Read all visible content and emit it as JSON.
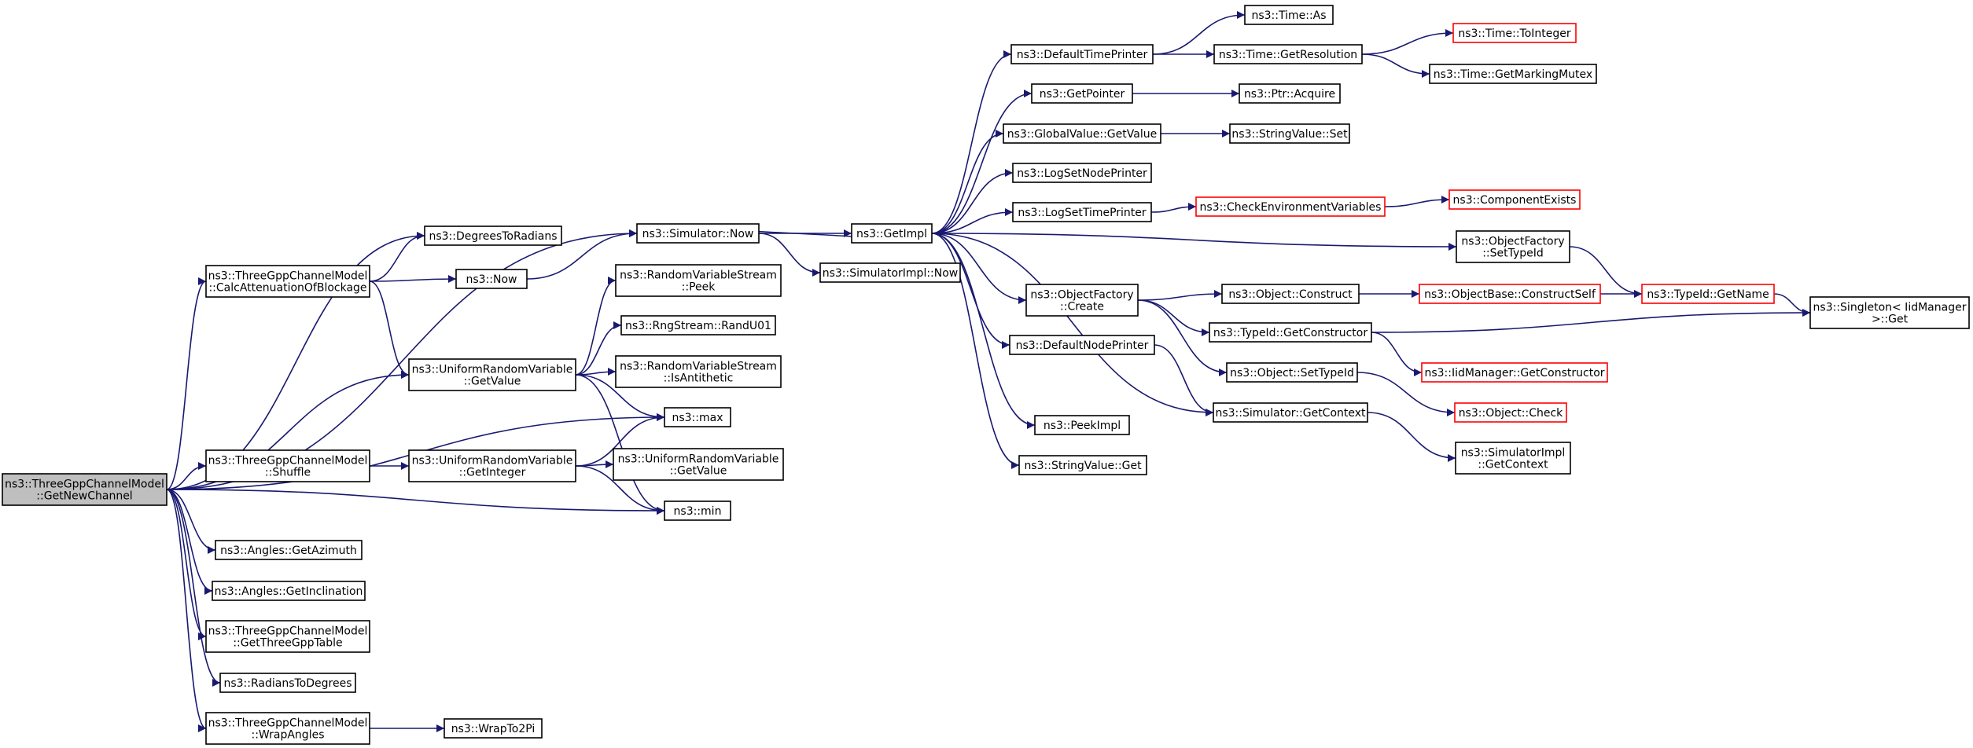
{
  "colors": {
    "edge": "#191970",
    "node_border": "#000000",
    "node_border_truncated": "#ff0000",
    "node_fill": "#ffffff",
    "root_fill": "#bfbfbf"
  },
  "nodes": [
    {
      "id": "getnewchannel",
      "lines": [
        "ns3::ThreeGppChannelModel",
        "::GetNewChannel"
      ],
      "root": true
    },
    {
      "id": "degreestoradians",
      "lines": [
        "ns3::DegreesToRadians"
      ]
    },
    {
      "id": "calcattenuation",
      "lines": [
        "ns3::ThreeGppChannelModel",
        "::CalcAttenuationOfBlockage"
      ]
    },
    {
      "id": "now",
      "lines": [
        "ns3::Now"
      ]
    },
    {
      "id": "urv_getvalue",
      "lines": [
        "ns3::UniformRandomVariable",
        "::GetValue"
      ]
    },
    {
      "id": "shuffle",
      "lines": [
        "ns3::ThreeGppChannelModel",
        "::Shuffle"
      ]
    },
    {
      "id": "urv_getinteger",
      "lines": [
        "ns3::UniformRandomVariable",
        "::GetInteger"
      ]
    },
    {
      "id": "getazimuth",
      "lines": [
        "ns3::Angles::GetAzimuth"
      ]
    },
    {
      "id": "getinclination",
      "lines": [
        "ns3::Angles::GetInclination"
      ]
    },
    {
      "id": "getthreegpptable",
      "lines": [
        "ns3::ThreeGppChannelModel",
        "::GetThreeGppTable"
      ]
    },
    {
      "id": "radianstodegrees",
      "lines": [
        "ns3::RadiansToDegrees"
      ]
    },
    {
      "id": "wrapangles",
      "lines": [
        "ns3::ThreeGppChannelModel",
        "::WrapAngles"
      ]
    },
    {
      "id": "wrapto2pi",
      "lines": [
        "ns3::WrapTo2Pi"
      ]
    },
    {
      "id": "simulator_now",
      "lines": [
        "ns3::Simulator::Now"
      ]
    },
    {
      "id": "rvs_peek",
      "lines": [
        "ns3::RandomVariableStream",
        "::Peek"
      ]
    },
    {
      "id": "randu01",
      "lines": [
        "ns3::RngStream::RandU01"
      ]
    },
    {
      "id": "isantithetic",
      "lines": [
        "ns3::RandomVariableStream",
        "::IsAntithetic"
      ]
    },
    {
      "id": "max",
      "lines": [
        "ns3::max"
      ]
    },
    {
      "id": "urv_getvalue2",
      "lines": [
        "ns3::UniformRandomVariable",
        "::GetValue"
      ]
    },
    {
      "id": "min",
      "lines": [
        "ns3::min"
      ]
    },
    {
      "id": "getimpl",
      "lines": [
        "ns3::GetImpl"
      ]
    },
    {
      "id": "simimpl_now",
      "lines": [
        "ns3::SimulatorImpl::Now"
      ]
    },
    {
      "id": "defaulttimeprinter",
      "lines": [
        "ns3::DefaultTimePrinter"
      ]
    },
    {
      "id": "getpointer",
      "lines": [
        "ns3::GetPointer"
      ]
    },
    {
      "id": "gv_getvalue",
      "lines": [
        "ns3::GlobalValue::GetValue"
      ]
    },
    {
      "id": "logsetnodeprinter",
      "lines": [
        "ns3::LogSetNodePrinter"
      ]
    },
    {
      "id": "logsettimeprinter",
      "lines": [
        "ns3::LogSetTimePrinter"
      ]
    },
    {
      "id": "of_create",
      "lines": [
        "ns3::ObjectFactory",
        "::Create"
      ]
    },
    {
      "id": "defaultnodeprinter",
      "lines": [
        "ns3::DefaultNodePrinter"
      ]
    },
    {
      "id": "peekimpl",
      "lines": [
        "ns3::PeekImpl"
      ]
    },
    {
      "id": "stringvalue_get",
      "lines": [
        "ns3::StringValue::Get"
      ]
    },
    {
      "id": "time_as",
      "lines": [
        "ns3::Time::As"
      ]
    },
    {
      "id": "time_getresolution",
      "lines": [
        "ns3::Time::GetResolution"
      ]
    },
    {
      "id": "time_tointeger",
      "lines": [
        "ns3::Time::ToInteger"
      ],
      "truncated": true
    },
    {
      "id": "time_getmarkingmutex",
      "lines": [
        "ns3::Time::GetMarkingMutex"
      ]
    },
    {
      "id": "ptr_acquire",
      "lines": [
        "ns3::Ptr::Acquire"
      ]
    },
    {
      "id": "stringvalue_set",
      "lines": [
        "ns3::StringValue::Set"
      ]
    },
    {
      "id": "checkenv",
      "lines": [
        "ns3::CheckEnvironmentVariables"
      ],
      "truncated": true
    },
    {
      "id": "componentexists",
      "lines": [
        "ns3::ComponentExists"
      ],
      "truncated": true
    },
    {
      "id": "of_settypeid",
      "lines": [
        "ns3::ObjectFactory",
        "::SetTypeId"
      ]
    },
    {
      "id": "object_construct",
      "lines": [
        "ns3::Object::Construct"
      ]
    },
    {
      "id": "objectbase_constructself",
      "lines": [
        "ns3::ObjectBase::ConstructSelf"
      ],
      "truncated": true
    },
    {
      "id": "typeid_getname",
      "lines": [
        "ns3::TypeId::GetName"
      ],
      "truncated": true
    },
    {
      "id": "singleton_get",
      "lines": [
        "ns3::Singleton< IidManager",
        " >::Get"
      ]
    },
    {
      "id": "typeid_getconstructor",
      "lines": [
        "ns3::TypeId::GetConstructor"
      ]
    },
    {
      "id": "iidmanager_getconstructor",
      "lines": [
        "ns3::IidManager::GetConstructor"
      ],
      "truncated": true
    },
    {
      "id": "object_settypeid",
      "lines": [
        "ns3::Object::SetTypeId"
      ]
    },
    {
      "id": "object_check",
      "lines": [
        "ns3::Object::Check"
      ],
      "truncated": true
    },
    {
      "id": "simulator_getcontext",
      "lines": [
        "ns3::Simulator::GetContext"
      ]
    },
    {
      "id": "simimpl_getcontext",
      "lines": [
        "ns3::SimulatorImpl",
        "::GetContext"
      ]
    }
  ],
  "edges": [
    [
      "getnewchannel",
      "degreestoradians"
    ],
    [
      "getnewchannel",
      "calcattenuation"
    ],
    [
      "getnewchannel",
      "simulator_now"
    ],
    [
      "getnewchannel",
      "urv_getvalue"
    ],
    [
      "getnewchannel",
      "max"
    ],
    [
      "getnewchannel",
      "shuffle"
    ],
    [
      "getnewchannel",
      "min"
    ],
    [
      "getnewchannel",
      "getazimuth"
    ],
    [
      "getnewchannel",
      "getinclination"
    ],
    [
      "getnewchannel",
      "getthreegpptable"
    ],
    [
      "getnewchannel",
      "radianstodegrees"
    ],
    [
      "getnewchannel",
      "wrapangles"
    ],
    [
      "calcattenuation",
      "degreestoradians"
    ],
    [
      "calcattenuation",
      "now"
    ],
    [
      "calcattenuation",
      "urv_getvalue"
    ],
    [
      "now",
      "simulator_now"
    ],
    [
      "urv_getvalue",
      "rvs_peek"
    ],
    [
      "urv_getvalue",
      "randu01"
    ],
    [
      "urv_getvalue",
      "isantithetic"
    ],
    [
      "urv_getvalue",
      "max"
    ],
    [
      "urv_getvalue",
      "min"
    ],
    [
      "shuffle",
      "urv_getinteger"
    ],
    [
      "urv_getinteger",
      "max"
    ],
    [
      "urv_getinteger",
      "urv_getvalue2"
    ],
    [
      "urv_getinteger",
      "min"
    ],
    [
      "wrapangles",
      "wrapto2pi"
    ],
    [
      "simulator_now",
      "getimpl"
    ],
    [
      "simulator_now",
      "simimpl_now"
    ],
    [
      "getimpl",
      "defaulttimeprinter"
    ],
    [
      "getimpl",
      "simulator_now"
    ],
    [
      "getimpl",
      "getpointer"
    ],
    [
      "getimpl",
      "gv_getvalue"
    ],
    [
      "getimpl",
      "logsetnodeprinter"
    ],
    [
      "getimpl",
      "logsettimeprinter"
    ],
    [
      "getimpl",
      "of_settypeid"
    ],
    [
      "getimpl",
      "of_create"
    ],
    [
      "getimpl",
      "defaultnodeprinter"
    ],
    [
      "getimpl",
      "simulator_getcontext"
    ],
    [
      "getimpl",
      "peekimpl"
    ],
    [
      "getimpl",
      "stringvalue_get"
    ],
    [
      "defaulttimeprinter",
      "time_as"
    ],
    [
      "defaulttimeprinter",
      "time_getresolution"
    ],
    [
      "time_getresolution",
      "time_tointeger"
    ],
    [
      "time_getresolution",
      "time_getmarkingmutex"
    ],
    [
      "getpointer",
      "ptr_acquire"
    ],
    [
      "gv_getvalue",
      "stringvalue_set"
    ],
    [
      "logsettimeprinter",
      "checkenv"
    ],
    [
      "checkenv",
      "componentexists"
    ],
    [
      "of_settypeid",
      "typeid_getname"
    ],
    [
      "of_create",
      "object_construct"
    ],
    [
      "of_create",
      "typeid_getconstructor"
    ],
    [
      "of_create",
      "object_settypeid"
    ],
    [
      "object_construct",
      "objectbase_constructself"
    ],
    [
      "objectbase_constructself",
      "typeid_getname"
    ],
    [
      "typeid_getname",
      "singleton_get"
    ],
    [
      "typeid_getconstructor",
      "singleton_get"
    ],
    [
      "typeid_getconstructor",
      "iidmanager_getconstructor"
    ],
    [
      "object_settypeid",
      "object_check"
    ],
    [
      "defaultnodeprinter",
      "simulator_getcontext"
    ],
    [
      "simulator_getcontext",
      "simimpl_getcontext"
    ]
  ]
}
